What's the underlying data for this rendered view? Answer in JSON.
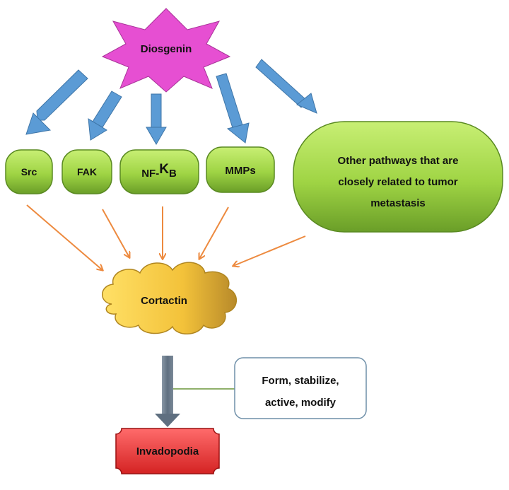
{
  "source": {
    "label": "Diosgenin",
    "color": "#e64fd2"
  },
  "pathways": [
    {
      "key": "src",
      "label": "Src"
    },
    {
      "key": "fak",
      "label": "FAK"
    },
    {
      "key": "nfkb",
      "label": "NF-",
      "label_kappa": "K",
      "label_suffix": "B"
    },
    {
      "key": "mmps",
      "label": "MMPs"
    },
    {
      "key": "other",
      "lines": [
        "Other pathways that are",
        "closely related to tumor",
        "metastasis"
      ]
    }
  ],
  "hub": {
    "label": "Cortactin"
  },
  "effect": {
    "lines": [
      "Form, stabilize,",
      "active, modify"
    ]
  },
  "target": {
    "label": "Invadopodia"
  },
  "colors": {
    "blue_arrow": "#5b9bd5",
    "orange_arrow": "#ed8a3f",
    "green_light": "#b6e35a",
    "green_dark": "#6da22a",
    "cloud_light": "#ffd84d",
    "cloud_dark": "#c69a2b",
    "red_light": "#ff5a5a",
    "red_dark": "#c81c1c",
    "grey_arrow": "#6f7f8f",
    "connector": "#8fb06a",
    "effect_border": "#6e8fa8"
  }
}
